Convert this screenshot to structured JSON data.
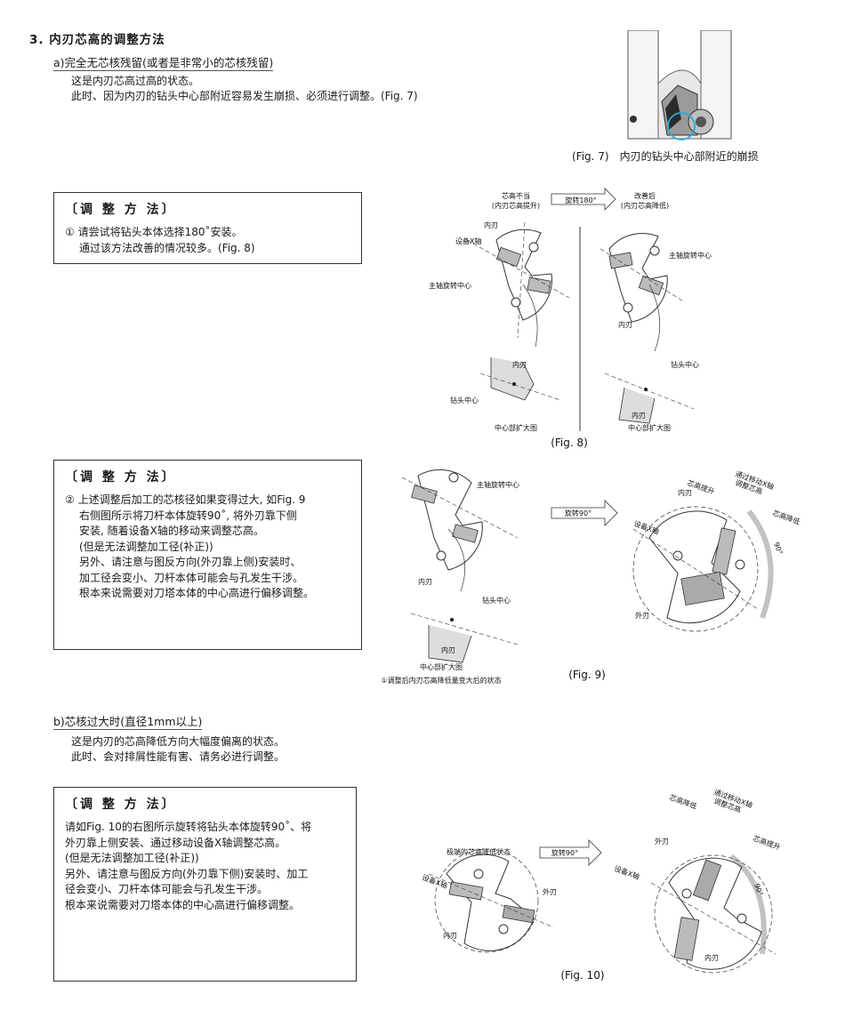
{
  "section": {
    "title": "3. 内刃芯高的调整方法"
  },
  "part_a": {
    "heading": "a)完全无芯核残留(或者是非常小的芯核残留)",
    "lines": [
      "这是内刃芯高过高的状态。",
      "此时、因为内刃的钻头中心部附近容易发生崩损、必须进行调整。(Fig. 7)"
    ],
    "fig7_caption": "(Fig. 7)　内刃的钻头中心部附近的崩损"
  },
  "box1": {
    "title": "〔调 整 方 法〕",
    "lines": [
      "① 请尝试将钻头本体选择180˚安装。",
      "通过该方法改善的情况较多。(Fig. 8)"
    ]
  },
  "fig8": {
    "left_top_label_1": "芯高不当",
    "left_top_label_2": "(内刃芯高提升)",
    "arrow_label": "旋转180°",
    "right_top_label_1": "改善后",
    "right_top_label_2": "(内刃芯高降低)",
    "inner_blade": "内刃",
    "x_axis": "设备X轴",
    "spindle_center": "主轴旋转中心",
    "drill_center": "钻头中心",
    "enlarged": "中心部扩大图",
    "caption": "(Fig. 8)"
  },
  "box2": {
    "title": "〔调 整 方 法〕",
    "lines": [
      "② 上述调整后加工的芯核径如果变得过大, 如Fig. 9",
      "右侧图所示将刀杆本体旋转90˚, 将外刃靠下侧",
      "安装, 随着设备X轴的移动来调整芯高。",
      "(但是无法调整加工径(补正))",
      "另外、请注意与图反方向(外刃靠上侧)安装时、",
      "加工径会变小、刀杆本体可能会与孔发生干涉。",
      "根本来说需要对刀塔本体的中心高进行偏移调整。"
    ]
  },
  "fig9": {
    "spindle_center": "主轴旋转中心",
    "inner_blade": "内刃",
    "drill_center": "钻头中心",
    "arrow_label": "旋转90°",
    "core_up": "芯高提升",
    "adjust_1": "通过移动X轴",
    "adjust_2": "调整芯高",
    "core_down": "芯高降低",
    "x_axis": "设备X轴",
    "outer_blade": "外刃",
    "deg": "90°",
    "enlarged": "中心部扩大图",
    "note": "①调整后内刃芯高降低量变大后的状态",
    "caption": "(Fig. 9)"
  },
  "part_b": {
    "heading": "b)芯核过大时(直径1mm以上)",
    "lines": [
      "这是内刃的芯高降低方向大幅度偏离的状态。",
      "此时、会对排屑性能有害、请务必进行调整。"
    ]
  },
  "box3": {
    "title": "〔调 整 方 法〕",
    "lines": [
      "请如Fig. 10的右图所示旋转将钻头本体旋转90˚、将",
      "外刃靠上侧安装、通过移动设备X轴调整芯高。",
      "(但是无法调整加工径(补正))",
      "另外、请注意与图反方向(外刃靠下侧)安装时、加工",
      "径会变小、刀杆本体可能会与孔发生干涉。",
      "根本来说需要对刀塔本体的中心高进行偏移调整。"
    ]
  },
  "fig10": {
    "extreme_low": "极端的芯高降低状态",
    "arrow_label": "旋转90°",
    "x_axis": "设备X轴",
    "outer_blade": "外刃",
    "inner_blade": "内刃",
    "core_down": "芯高降低",
    "adjust_1": "通过移动X轴",
    "adjust_2": "调整芯高",
    "core_up": "芯高提升",
    "deg": "90°",
    "caption": "(Fig. 10)"
  }
}
